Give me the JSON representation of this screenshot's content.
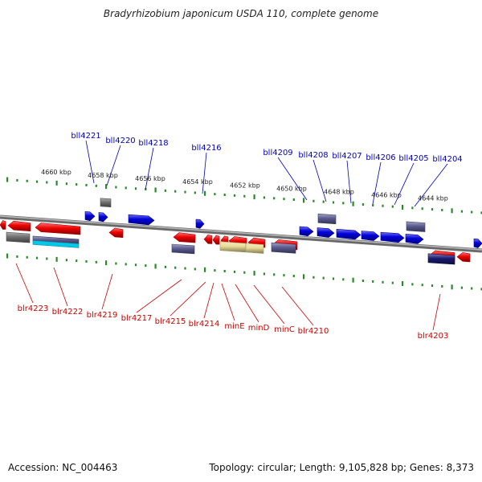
{
  "title": "Bradyrhizobium japonicum USDA 110, complete genome",
  "footer": {
    "accession": "Accession: NC_004463",
    "summary": "Topology: circular; Length: 9,105,828 bp; Genes: 8,373"
  },
  "colors": {
    "forward_gene": "#0000dd",
    "reverse_gene": "#ee0000",
    "other_feature": "#5a5a90",
    "gray_feature": "#707070",
    "rna_feature": "#e8dc98",
    "backbone": "#8c8c8c",
    "scale_tick": "#2a8a2a",
    "forward_label": "#0000bb",
    "reverse_label": "#cc0000"
  },
  "ruler_labels": [
    "4660 kbp",
    "4658 kbp",
    "4656 kbp",
    "4654 kbp",
    "4652 kbp",
    "4650 kbp",
    "4648 kbp",
    "4646 kbp",
    "4644 kbp"
  ],
  "forward_gene_labels": [
    "bll4221",
    "bll4220",
    "bll4218",
    "bll4216",
    "bll4209",
    "bll4208",
    "bll4207",
    "bll4206",
    "bll4205",
    "bll4204"
  ],
  "reverse_gene_labels": [
    "blr4223",
    "blr4222",
    "blr4219",
    "blr4217",
    "blr4215",
    "blr4214",
    "minE",
    "minD",
    "minC",
    "blr4210",
    "blr4203"
  ]
}
